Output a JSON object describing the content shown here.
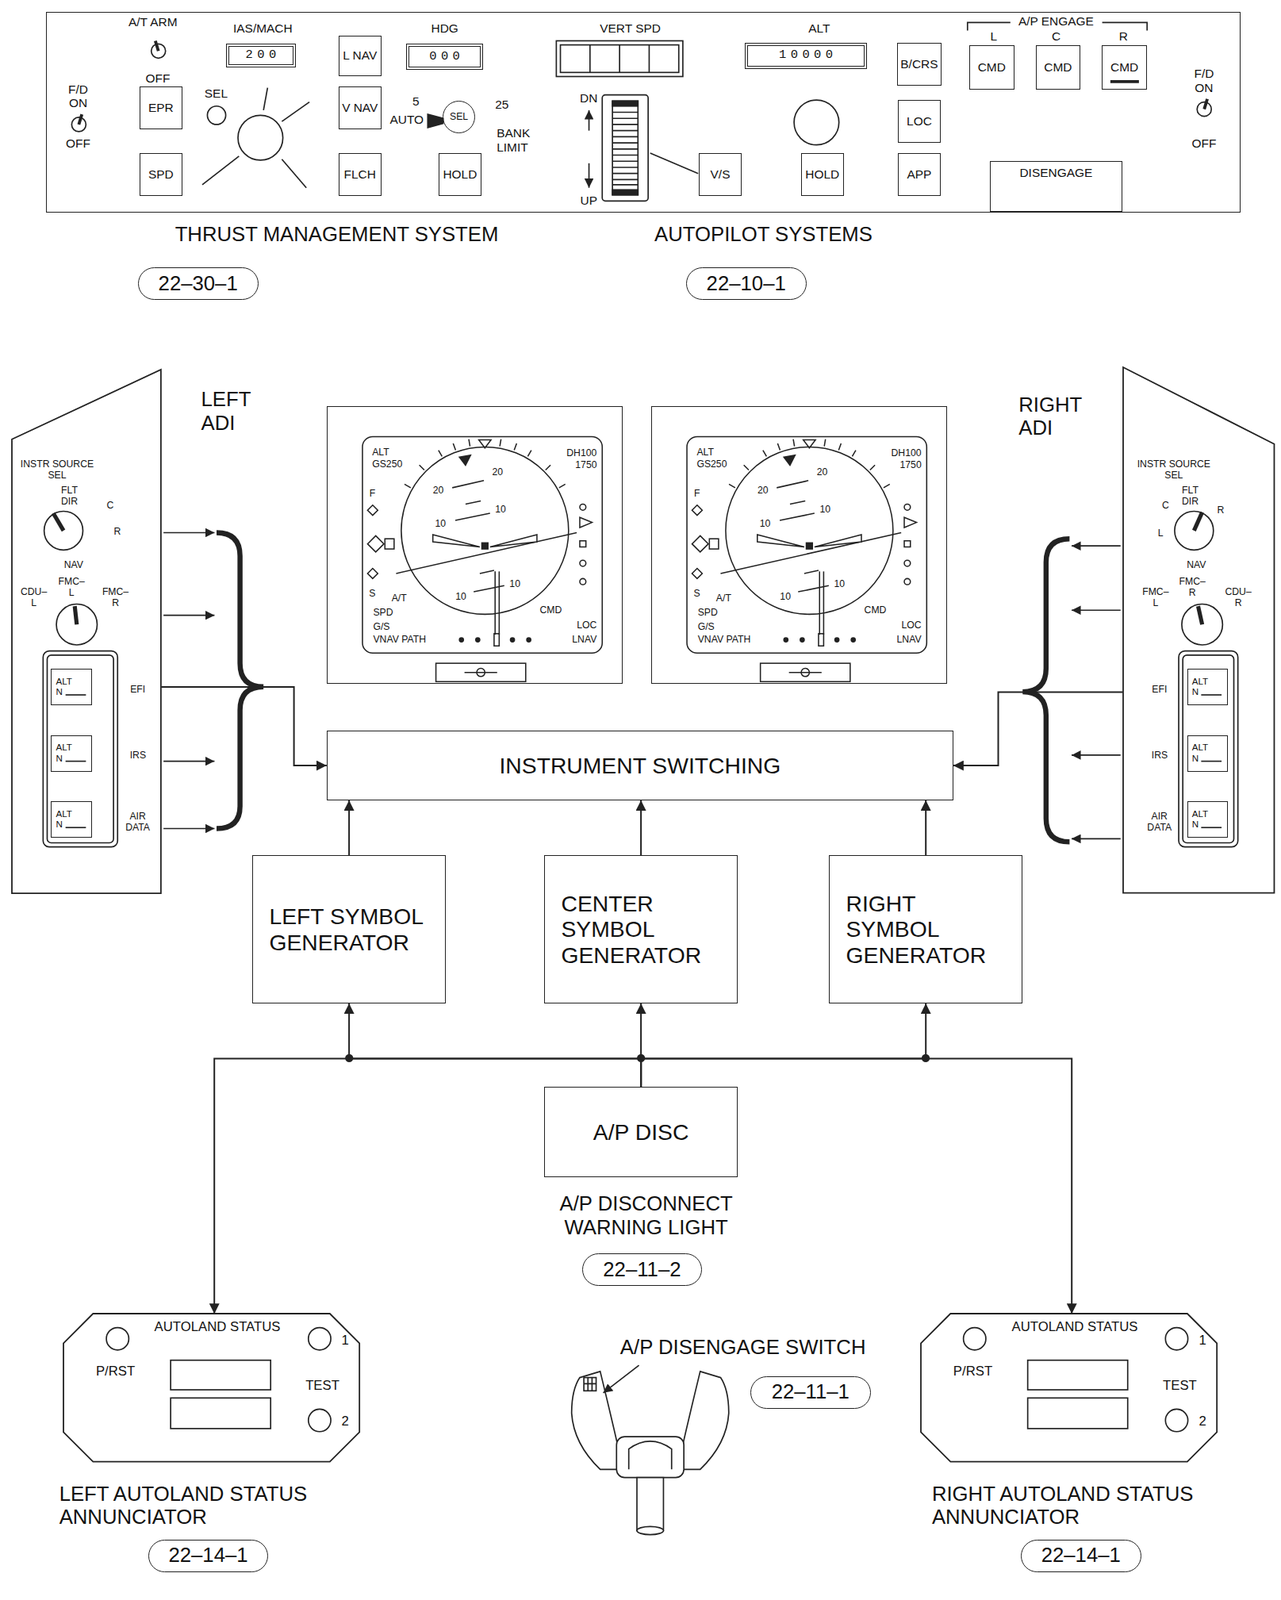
{
  "diagram": {
    "nodes": [
      {
        "text": [
          "F/D ON",
          "OFF",
          "A/T ARM",
          "OFF",
          "IAS/MACH",
          "SEL",
          "HDG",
          "5",
          "AUTO",
          "25",
          "BANK LIMIT",
          "VERT SPD",
          "DN",
          "UP",
          "ALT",
          "A/P ENGAGE",
          "L",
          "C",
          "R",
          "F/D ON",
          "OFF"
        ]
      },
      {
        "text": [
          "200"
        ],
        "in": 0
      },
      {
        "text": [
          "EPR"
        ],
        "in": 0
      },
      {
        "text": [
          "SPD"
        ],
        "in": 0
      },
      {
        "text": [
          "L NAV"
        ],
        "in": 0
      },
      {
        "text": [
          "V NAV"
        ],
        "in": 0
      },
      {
        "text": [
          "FLCH"
        ],
        "in": 0
      },
      {
        "text": [
          "000"
        ],
        "in": 0
      },
      {
        "text": [
          "SEL"
        ],
        "in": 0
      },
      {
        "text": [
          "HOLD"
        ],
        "in": 0
      },
      {
        "text": [
          "V/S"
        ],
        "in": 0
      },
      {
        "text": [
          "10000"
        ],
        "in": 0
      },
      {
        "text": [
          "HOLD"
        ],
        "in": 0
      },
      {
        "text": [
          "B/CRS"
        ],
        "in": 0
      },
      {
        "text": [
          "LOC"
        ],
        "in": 0
      },
      {
        "text": [
          "APP"
        ],
        "in": 0
      },
      {
        "text": [
          "CMD"
        ],
        "in": 0
      },
      {
        "text": [
          "CMD"
        ],
        "in": 0
      },
      {
        "text": [
          "CMD"
        ],
        "in": 0
      },
      {
        "text": [
          "DISENGAGE"
        ],
        "in": 0
      },
      {
        "text": [
          "22–30–1"
        ]
      },
      {
        "text": [
          "22–10–1"
        ]
      },
      {
        "text": [
          "INSTR SOURCE SEL",
          "FLT DIR",
          "C",
          "R",
          "NAV",
          "FMC– L",
          "CDU– L",
          "FMC– R",
          "EFI",
          "IRS",
          "AIR DATA"
        ]
      },
      {
        "text": [
          "ALT N"
        ],
        "in": 22
      },
      {
        "text": [
          "ALT N"
        ],
        "in": 22
      },
      {
        "text": [
          "ALT N"
        ],
        "in": 22
      },
      {
        "text": [
          "INSTR SOURCE SEL",
          "FLT DIR",
          "R",
          "C",
          "L",
          "NAV",
          "FMC– R",
          "FMC– L",
          "CDU– R",
          "EFI",
          "IRS",
          "AIR DATA"
        ]
      },
      {
        "text": [
          "ALT N"
        ],
        "in": 26
      },
      {
        "text": [
          "ALT N"
        ],
        "in": 26
      },
      {
        "text": [
          "ALT N"
        ],
        "in": 26
      },
      {
        "text": [
          "ALT",
          "GS250",
          "DH100",
          "1750",
          "20",
          "20",
          "10",
          "10",
          "F",
          "S",
          "A/T",
          "SPD",
          "G/S",
          "VNAV PATH",
          "10",
          "10",
          "CMD",
          "LOC",
          "LNAV"
        ]
      },
      {
        "text": [
          "ALT",
          "GS250",
          "DH100",
          "1750",
          "20",
          "20",
          "10",
          "10",
          "F",
          "S",
          "A/T",
          "SPD",
          "G/S",
          "VNAV PATH",
          "10",
          "10",
          "CMD",
          "LOC",
          "LNAV"
        ]
      },
      {
        "text": [
          "INSTRUMENT SWITCHING"
        ]
      },
      {
        "text": [
          "LEFT SYMBOL GENERATOR"
        ]
      },
      {
        "text": [
          "CENTER SYMBOL GENERATOR"
        ]
      },
      {
        "text": [
          "RIGHT SYMBOL GENERATOR"
        ]
      },
      {
        "text": [
          "A/P DISC"
        ]
      },
      {
        "text": [
          "22–11–2"
        ]
      },
      {
        "text": [
          "AUTOLAND STATUS",
          "P/RST",
          "1",
          "TEST",
          "2"
        ]
      },
      {
        "text": [
          "22–14–1"
        ]
      },
      {
        "text": [
          "22–11–1"
        ]
      },
      {
        "text": [
          "AUTOLAND STATUS",
          "P/RST",
          "1",
          "TEST",
          "2"
        ]
      },
      {
        "text": [
          "22–14–1"
        ]
      }
    ],
    "edges": [
      {
        "from": 22,
        "to": 32,
        "arrow": "to"
      },
      {
        "from": 26,
        "to": 32,
        "arrow": "to"
      },
      {
        "from": 33,
        "to": 32,
        "arrow": "to"
      },
      {
        "from": 34,
        "to": 32,
        "arrow": "to"
      },
      {
        "from": 35,
        "to": 32,
        "arrow": "to"
      },
      {
        "from": 36,
        "to": 33,
        "arrow": "to"
      },
      {
        "from": 36,
        "to": 34,
        "arrow": "to"
      },
      {
        "from": 36,
        "to": 35,
        "arrow": "to"
      },
      {
        "from": 36,
        "to": 38,
        "arrow": "to"
      },
      {
        "from": 36,
        "to": 41,
        "arrow": "to"
      }
    ],
    "labels": [
      "THRUST MANAGEMENT SYSTEM",
      "AUTOPILOT SYSTEMS",
      "LEFT ADI",
      "RIGHT ADI",
      "A/P DISCONNECT WARNING LIGHT",
      "A/P DISENGAGE SWITCH",
      "LEFT AUTOLAND STATUS ANNUNCIATOR",
      "RIGHT AUTOLAND STATUS ANNUNCIATOR"
    ]
  }
}
